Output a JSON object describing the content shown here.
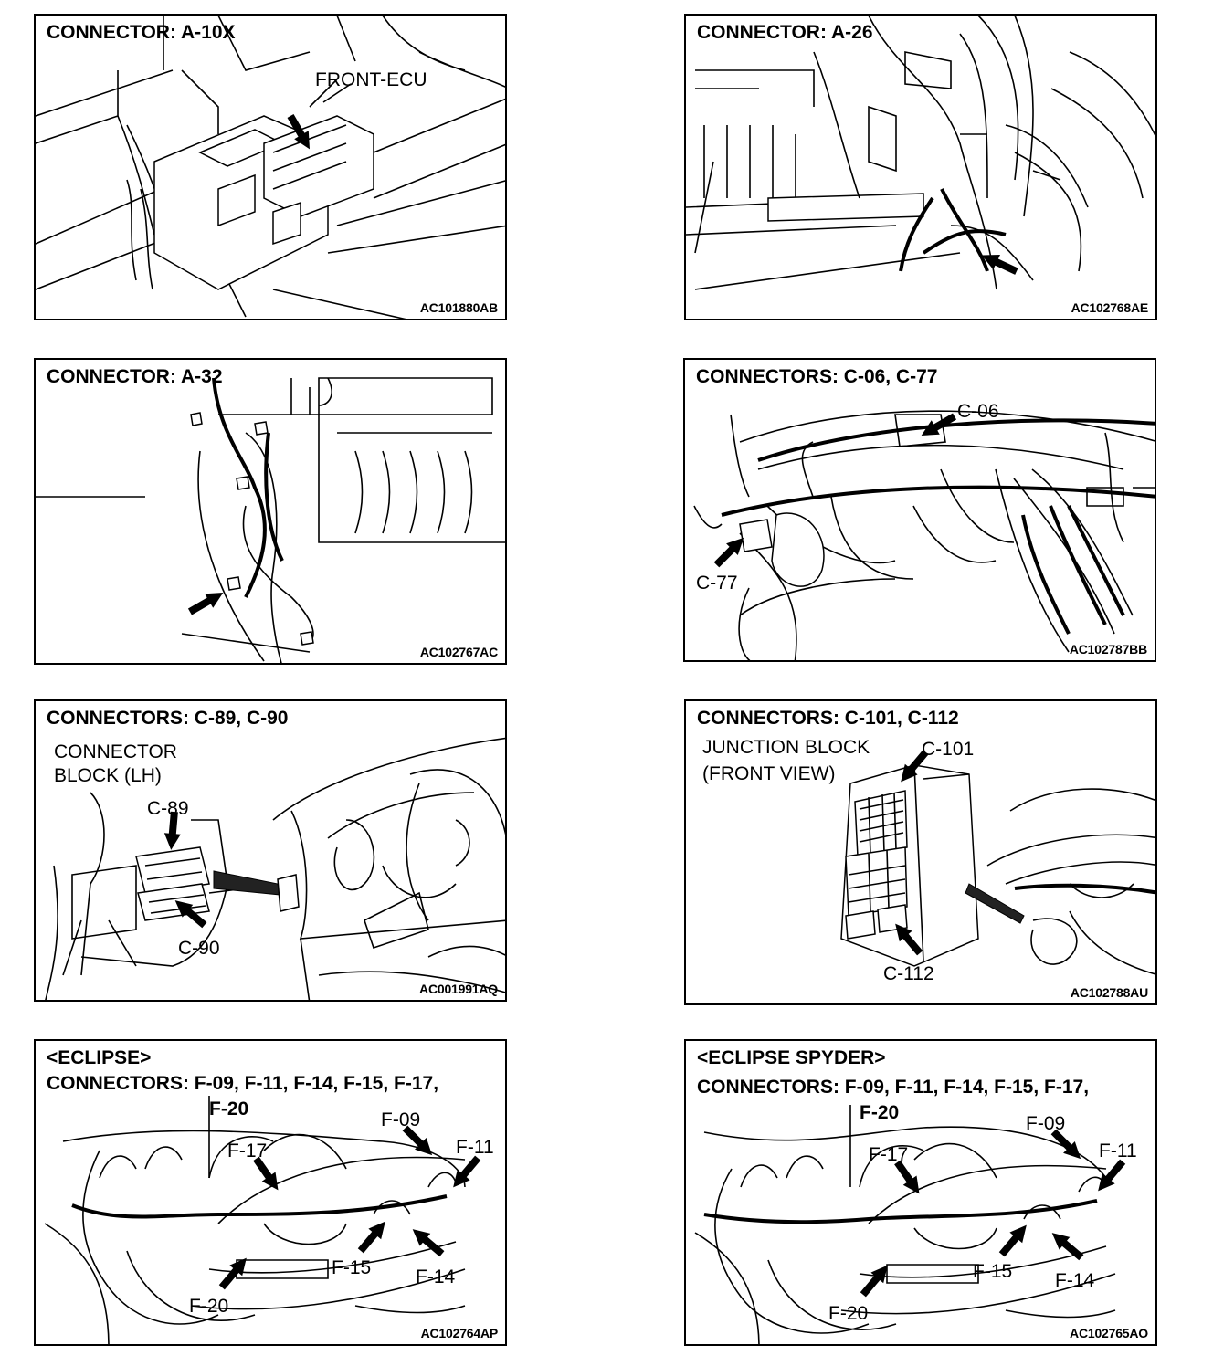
{
  "panels": [
    {
      "title": "CONNECTOR: A-10X",
      "labels": [
        "FRONT-ECU"
      ],
      "code": "AC101880AB"
    },
    {
      "title": "CONNECTOR: A-26",
      "labels": [],
      "code": "AC102768AE"
    },
    {
      "title": "CONNECTOR: A-32",
      "labels": [],
      "code": "AC102767AC"
    },
    {
      "title": "CONNECTORS: C-06, C-77",
      "labels": [
        "C-06",
        "C-77"
      ],
      "code": "AC102787BB"
    },
    {
      "title": "CONNECTORS: C-89, C-90",
      "labels": [
        "CONNECTOR",
        "BLOCK (LH)",
        "C-89",
        "C-90"
      ],
      "code": "AC001991AQ"
    },
    {
      "title": "CONNECTORS: C-101, C-112",
      "labels": [
        "JUNCTION BLOCK",
        "(FRONT VIEW)",
        "C-101",
        "C-112"
      ],
      "code": "AC102788AU"
    },
    {
      "title": "<ECLIPSE>",
      "title2": "CONNECTORS: F-09, F-11, F-14, F-15, F-17,",
      "labels": [
        "F-20",
        "F-09",
        "F-17",
        "F-11",
        "F-15",
        "F-14",
        "F-20"
      ],
      "code": "AC102764AP"
    },
    {
      "title": "<ECLIPSE SPYDER>",
      "title2": "CONNECTORS: F-09, F-11, F-14, F-15, F-17,",
      "labels": [
        "F-20",
        "F-09",
        "F-17",
        "F-11",
        "F-15",
        "F-14",
        "F-20"
      ],
      "code": "AC102765AO"
    }
  ]
}
